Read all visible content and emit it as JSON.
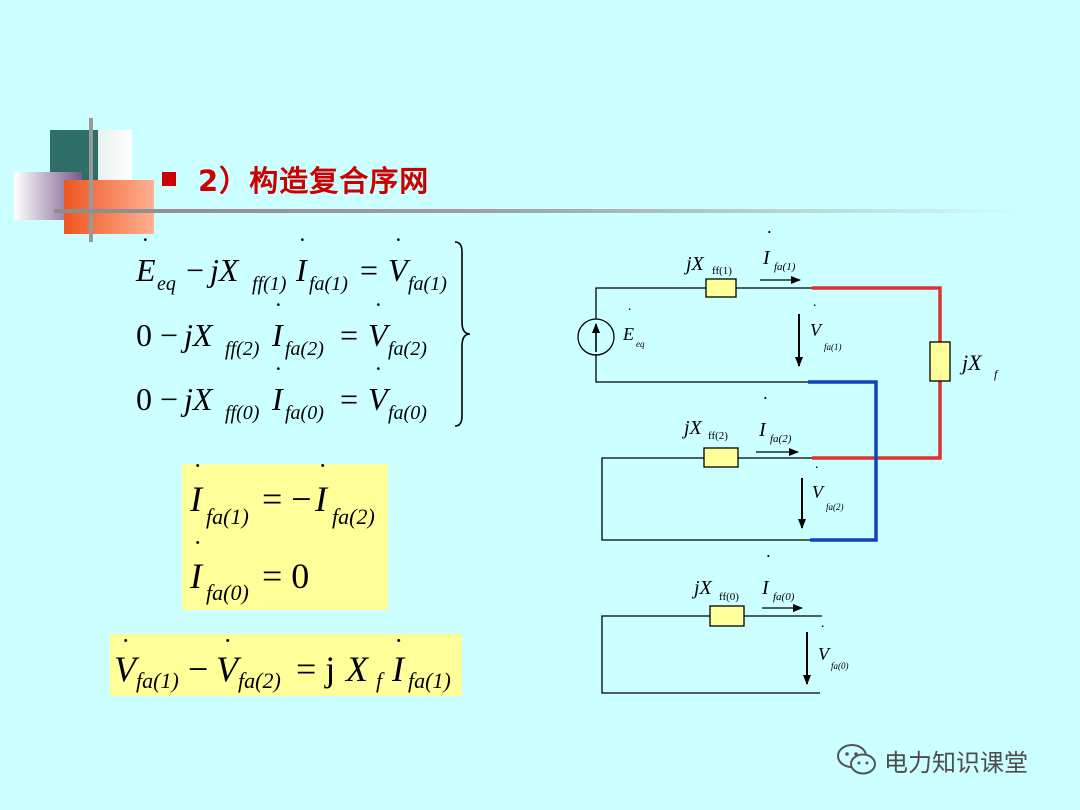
{
  "title": {
    "number": "2）",
    "text": "构造复合序网"
  },
  "equations": {
    "row1": {
      "lhs_E": "E",
      "lhs_E_sub": "eq",
      "minus": "−",
      "jX": "jX",
      "jX_sub": "ff(1)",
      "I": "I",
      "I_sub": "fa(1)",
      "eq": "=",
      "V": "V",
      "V_sub": "fa(1)"
    },
    "row2": {
      "zero": "0",
      "minus": "−",
      "jX": "jX",
      "jX_sub": "ff(2)",
      "I": "I",
      "I_sub": "fa(2)",
      "eq": "=",
      "V": "V",
      "V_sub": "fa(2)"
    },
    "row3": {
      "zero": "0",
      "minus": "−",
      "jX": "jX",
      "jX_sub": "ff(0)",
      "I": "I",
      "I_sub": "fa(0)",
      "eq": "=",
      "V": "V",
      "V_sub": "fa(0)"
    }
  },
  "boundary": {
    "line1": {
      "I1": "I",
      "I1_sub": "fa(1)",
      "eq": "= −",
      "I2": "I",
      "I2_sub": "fa(2)"
    },
    "line2": {
      "I": "I",
      "I_sub": "fa(0)",
      "eq": "= 0"
    },
    "line3": {
      "V1": "V",
      "V1_sub": "fa(1)",
      "minus": "−",
      "V2": "V",
      "V2_sub": "fa(2)",
      "eq": "= j",
      "X": "X",
      "X_sub": "f",
      "I": "I",
      "I_sub": "fa(1)"
    }
  },
  "circuit": {
    "pos": {
      "jX": "jX",
      "jX_sub": "ff(1)",
      "I": "I",
      "I_sub": "fa(1)",
      "V": "V",
      "V_sub": "fa(1)",
      "E": "E",
      "E_sub": "eq"
    },
    "neg": {
      "jX": "jX",
      "jX_sub": "ff(2)",
      "I": "I",
      "I_sub": "fa(2)",
      "V": "V",
      "V_sub": "fa(2)"
    },
    "zero": {
      "jX": "jX",
      "jX_sub": "ff(0)",
      "I": "I",
      "I_sub": "fa(0)",
      "V": "V",
      "V_sub": "fa(0)"
    },
    "fault": {
      "jX": "jX",
      "jX_sub": "f"
    },
    "colors": {
      "red": "#dd3333",
      "blue": "#1144bb",
      "resistor_fill": "#ffff99"
    }
  },
  "watermark": {
    "text": "电力知识课堂",
    "icon": "wechat-icon"
  }
}
